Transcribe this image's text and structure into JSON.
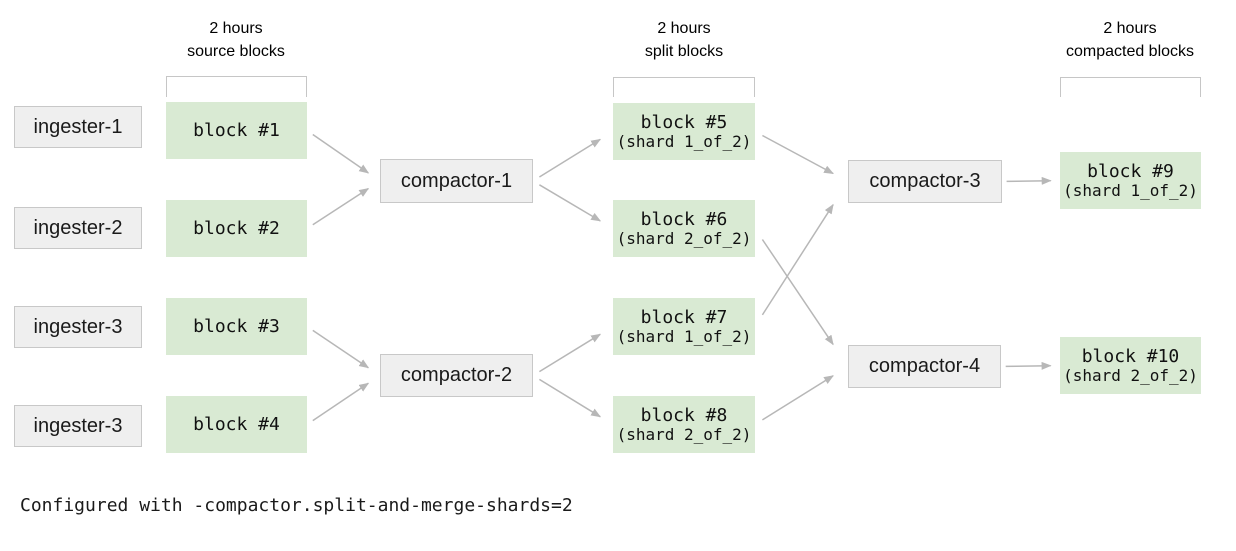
{
  "headers": {
    "source": {
      "line1": "2 hours",
      "line2": "source blocks"
    },
    "split": {
      "line1": "2 hours",
      "line2": "split blocks"
    },
    "compacted": {
      "line1": "2 hours",
      "line2": "compacted blocks"
    }
  },
  "ingesters": [
    {
      "label": "ingester-1"
    },
    {
      "label": "ingester-2"
    },
    {
      "label": "ingester-3"
    },
    {
      "label": "ingester-3"
    }
  ],
  "compactors": [
    {
      "label": "compactor-1"
    },
    {
      "label": "compactor-2"
    },
    {
      "label": "compactor-3"
    },
    {
      "label": "compactor-4"
    }
  ],
  "blocks": {
    "source": [
      {
        "label": "block #1"
      },
      {
        "label": "block #2"
      },
      {
        "label": "block #3"
      },
      {
        "label": "block #4"
      }
    ],
    "split": [
      {
        "label": "block #5",
        "shard": "(shard 1_of_2)"
      },
      {
        "label": "block #6",
        "shard": "(shard 2_of_2)"
      },
      {
        "label": "block #7",
        "shard": "(shard 1_of_2)"
      },
      {
        "label": "block #8",
        "shard": "(shard 2_of_2)"
      }
    ],
    "compacted": [
      {
        "label": "block #9",
        "shard": "(shard 1_of_2)"
      },
      {
        "label": "block #10",
        "shard": "(shard 2_of_2)"
      }
    ]
  },
  "footer": {
    "config_text": "Configured with -compactor.split-and-merge-shards=2"
  },
  "colors": {
    "block_fill": "#d9ead3",
    "node_fill": "#efefef",
    "node_border": "#c8c8c8",
    "bracket": "#c6c6c6",
    "arrow": "#b7b7b7",
    "text": "#1a1a1a"
  },
  "edges": [
    {
      "from": "source-block-1",
      "to": "compactor-1"
    },
    {
      "from": "source-block-2",
      "to": "compactor-1"
    },
    {
      "from": "source-block-3",
      "to": "compactor-2"
    },
    {
      "from": "source-block-4",
      "to": "compactor-2"
    },
    {
      "from": "compactor-1",
      "to": "split-block-5"
    },
    {
      "from": "compactor-1",
      "to": "split-block-6"
    },
    {
      "from": "compactor-2",
      "to": "split-block-7"
    },
    {
      "from": "compactor-2",
      "to": "split-block-8"
    },
    {
      "from": "split-block-5",
      "to": "compactor-3"
    },
    {
      "from": "split-block-6",
      "to": "compactor-4"
    },
    {
      "from": "split-block-7",
      "to": "compactor-3"
    },
    {
      "from": "split-block-8",
      "to": "compactor-4"
    },
    {
      "from": "compactor-3",
      "to": "compacted-block-9"
    },
    {
      "from": "compactor-4",
      "to": "compacted-block-10"
    }
  ]
}
